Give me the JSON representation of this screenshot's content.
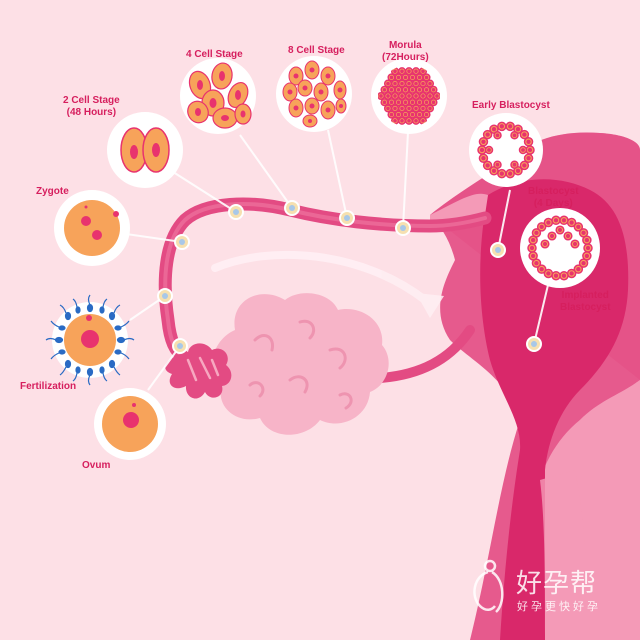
{
  "labels": {
    "ovum": "Ovum",
    "fertilization": "Fertilization",
    "zygote": "Zygote",
    "two_cell": "2 Cell Stage\n(48 Hours)",
    "four_cell": "4 Cell Stage",
    "eight_cell": "8 Cell Stage",
    "morula": "Morula\n(72Hours)",
    "early_blastocyst": "Early Blastocyst",
    "blastocyst": "Blastocyst\n(4 Days)",
    "implanted_blastocyst": "Implanted\nBlastocyst"
  },
  "watermark": {
    "logo": "好孕帮",
    "tagline": "好孕更快好孕"
  },
  "colors": {
    "background": "#fde0e6",
    "uterus_dark": "#d9286a",
    "uterus_light": "#f49ab7",
    "ovary": "#f7b4c8",
    "cell_orange": "#f7a35a",
    "nucleus": "#e8336e",
    "label": "#d61f5e"
  }
}
